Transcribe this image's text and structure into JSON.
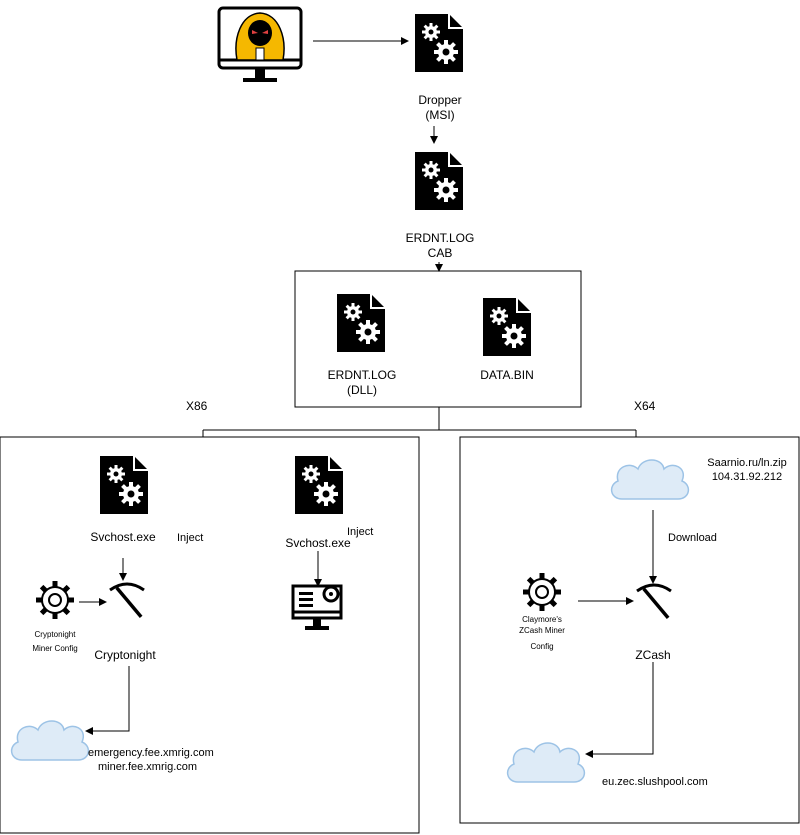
{
  "dropper": {
    "name": "Dropper",
    "type": "(MSI)"
  },
  "cab": {
    "name": "ERDNT.LOG",
    "type": "CAB"
  },
  "dll": {
    "name": "ERDNT.LOG",
    "type": "(DLL)"
  },
  "databin": {
    "name": "DATA.BIN"
  },
  "arch": {
    "x86": "X86",
    "x64": "X64"
  },
  "x86": {
    "svchost1": "Svchost.exe",
    "inject1": "Inject",
    "svchost2": "Svchost.exe",
    "inject2": "Inject",
    "config_line1": "Cryptonight",
    "config_line2": "Miner Config",
    "miner": "Cryptonight",
    "pool_line1": "emergency.fee.xmrig.com",
    "pool_line2": "miner.fee.xmrig.com"
  },
  "x64": {
    "server_line1": "Saarnio.ru/ln.zip",
    "server_line2": "104.31.92.212",
    "download": "Download",
    "config_line1": "Claymore's",
    "config_line2": "ZCash Miner",
    "config_line3": "Config",
    "miner": "ZCash",
    "pool": "eu.zec.slushpool.com"
  },
  "colors": {
    "attacker_hood": "#f5b800",
    "cloud_fill": "#deebf7",
    "cloud_stroke": "#9dc3e6",
    "icon": "#000000"
  }
}
